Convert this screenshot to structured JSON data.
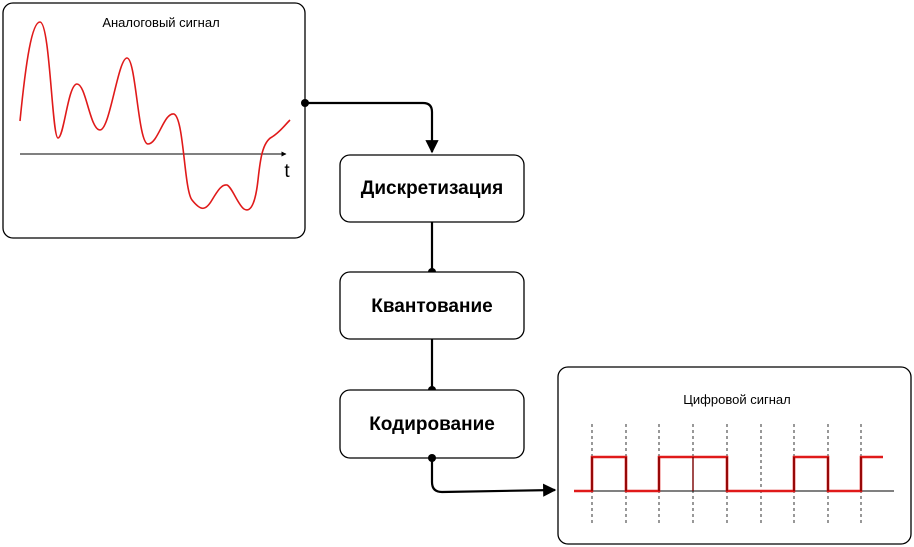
{
  "analog_panel": {
    "title": "Аналоговый сигнал",
    "axis_label": "t"
  },
  "stages": [
    {
      "label": "Дискретизация"
    },
    {
      "label": "Квантование"
    },
    {
      "label": "Кодирование"
    }
  ],
  "digital_panel": {
    "title": "Цифровой сигнал"
  },
  "colors": {
    "signal": "#e01a1a",
    "digital_dark": "#7a0000",
    "stroke": "#000000"
  }
}
